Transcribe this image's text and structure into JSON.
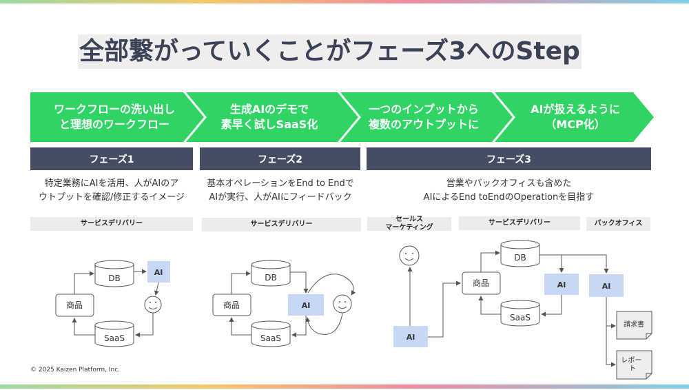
{
  "title": "全部繋がっていくことがフェーズ3へのStep",
  "steps": [
    {
      "label": "ワークフローの洗い出し\nと理想のワークフロー"
    },
    {
      "label": "生成AIのデモで\n素早く試しSaaS化"
    },
    {
      "label": "一つのインプットから\n複数のアウトプットに"
    },
    {
      "label": "AIが扱えるように\n（MCP化）"
    }
  ],
  "phases": [
    {
      "name": "フェーズ1",
      "description": "特定業務にAIを活用、人がAIのア\nウトプットを確認/修正するイメージ"
    },
    {
      "name": "フェーズ2",
      "description": "基本オペレーションをEnd to Endで\nAIが実行、人がAIにフィードバック"
    },
    {
      "name": "フェーズ3",
      "description": "営業やバックオフィスも含めた\nAIによるEnd toEndのOperationを目指す"
    }
  ],
  "sublabels": {
    "p1": "サービスデリバリー",
    "p2": "サービスデリバリー",
    "p3_sales": "セールス\nマーケティング",
    "p3_delivery": "サービスデリバリー",
    "p3_back": "バックオフィス"
  },
  "nodes": {
    "db": "DB",
    "saas": "SaaS",
    "product": "商品",
    "ai": "AI",
    "invoice": "請求書",
    "report": "レポー\nト"
  },
  "footer": "© 2025 Kaizen Platform, Inc.",
  "colors": {
    "green": "#2fd465",
    "header": "#454d63",
    "ai_box": "#c7d7f5"
  }
}
